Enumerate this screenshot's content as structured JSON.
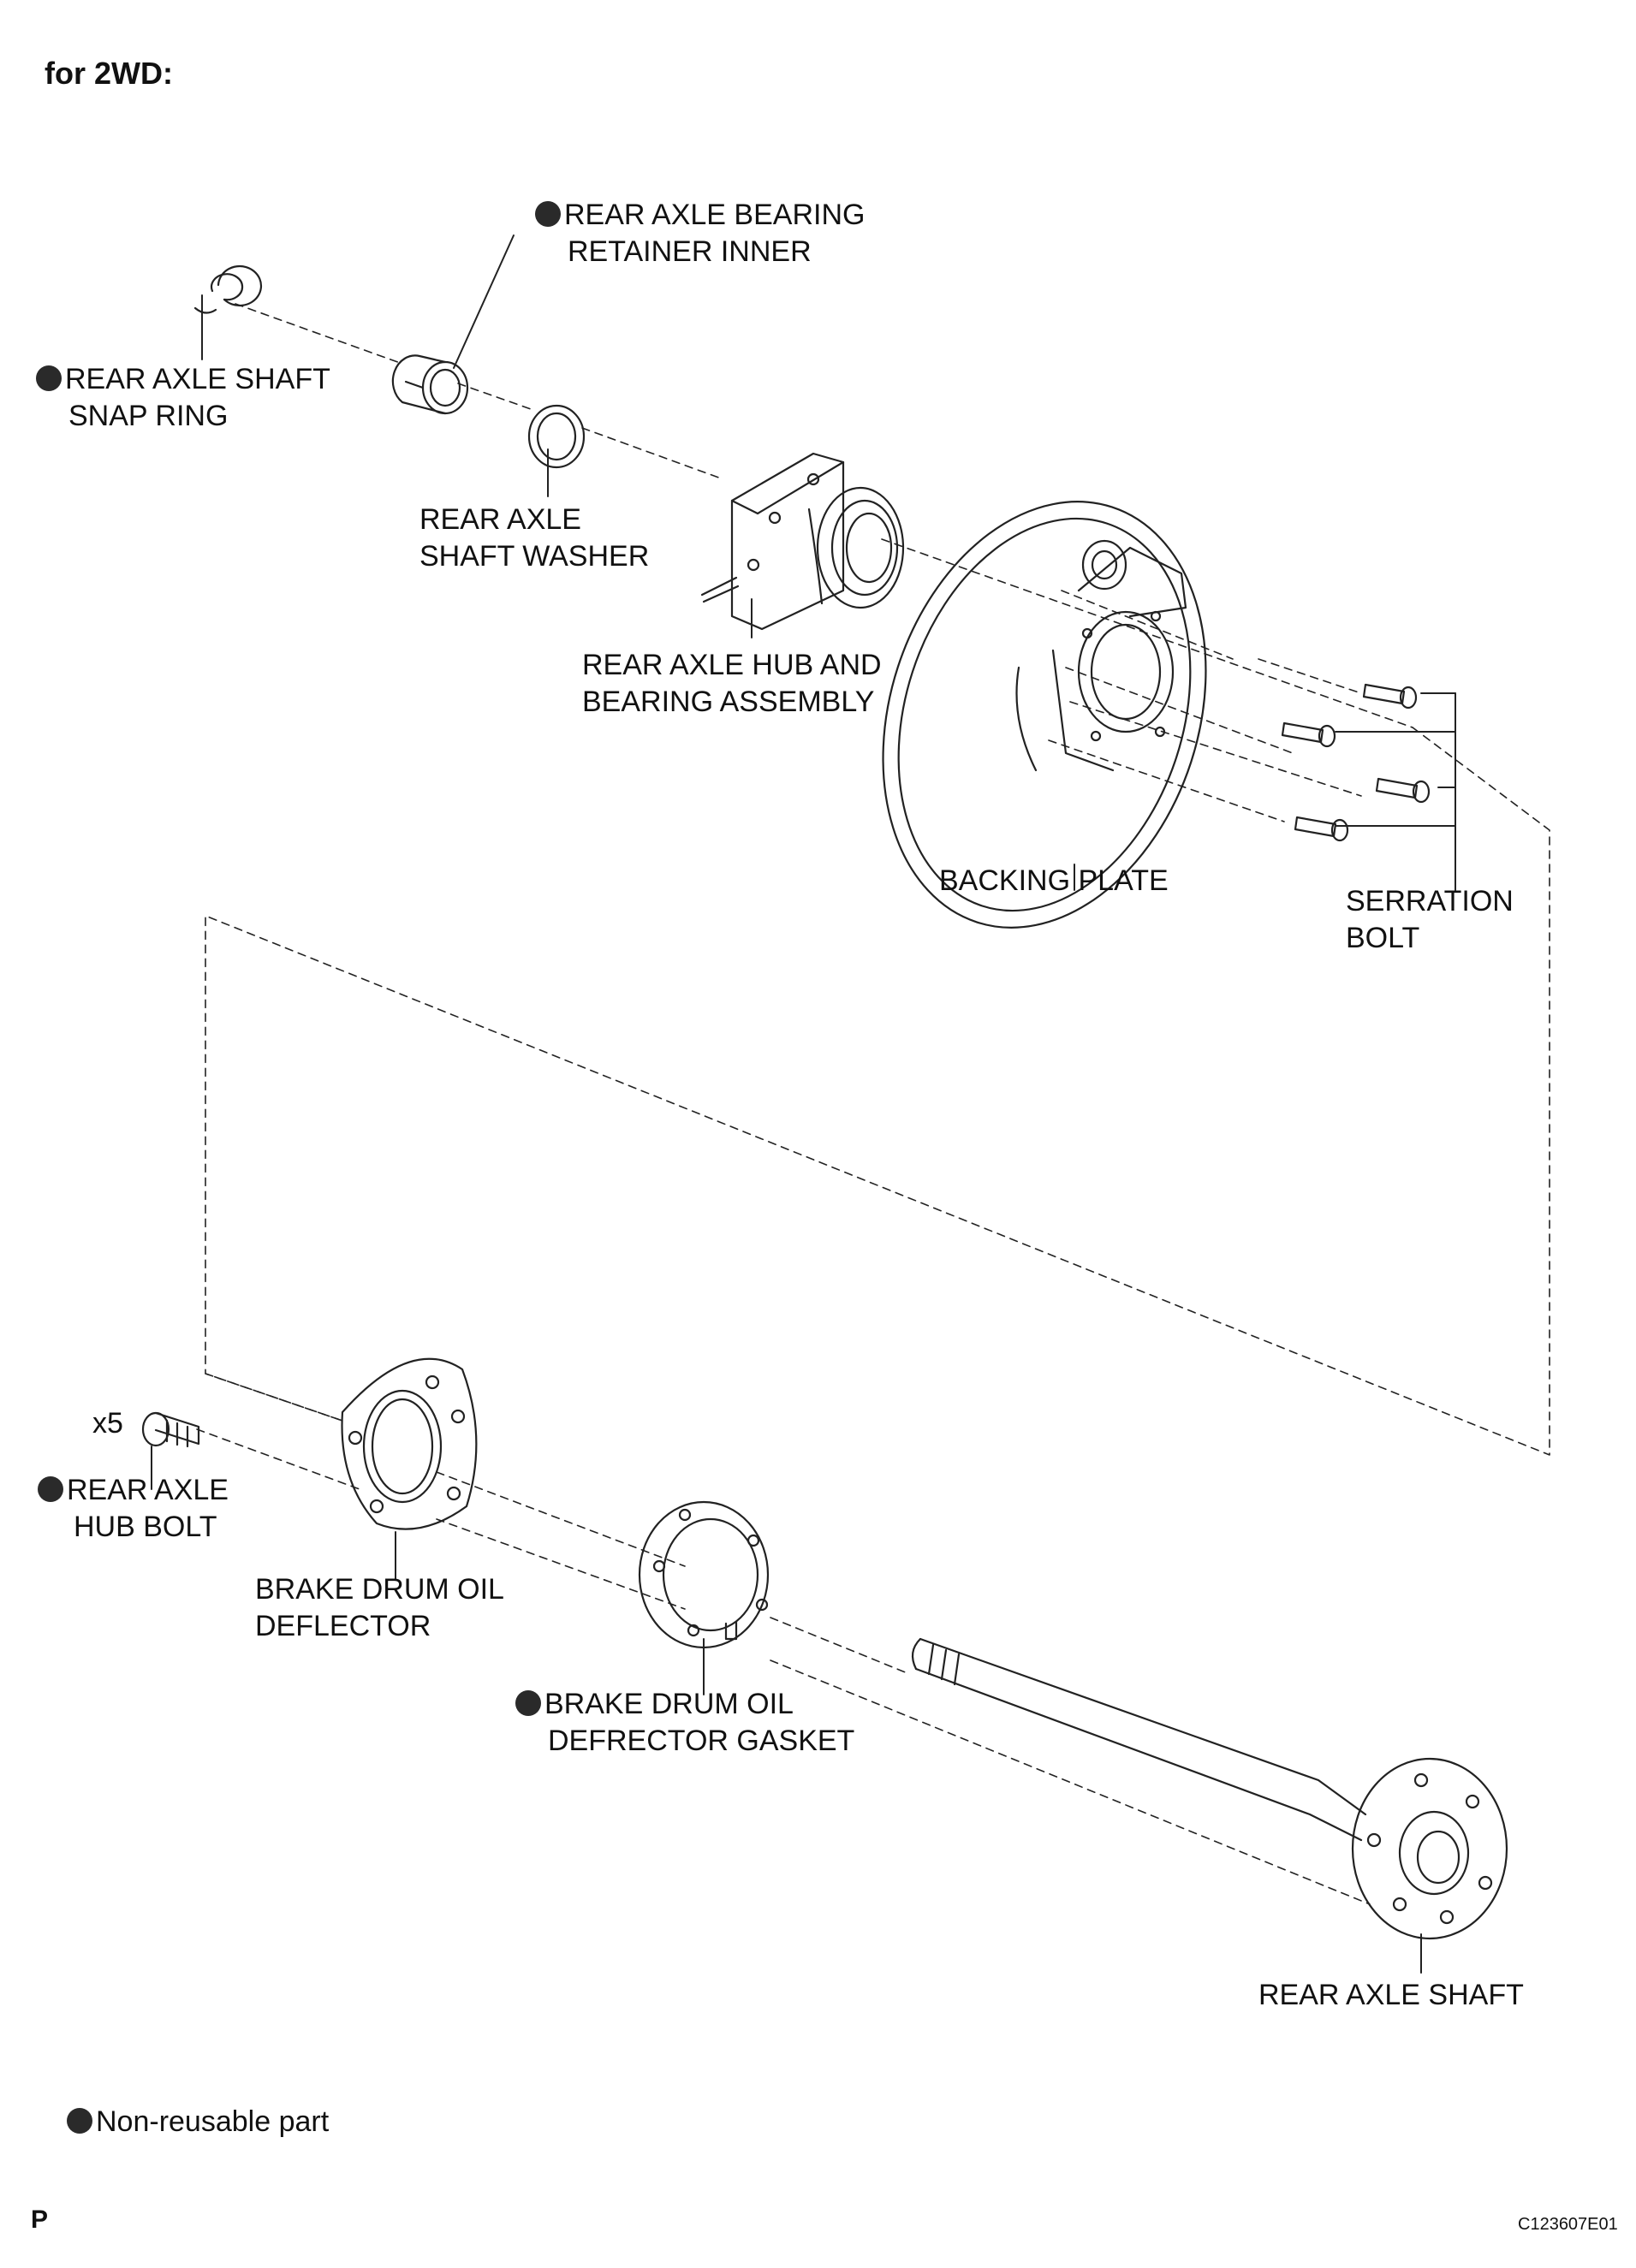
{
  "heading": "for 2WD:",
  "labels": {
    "bearing_retainer": [
      "REAR AXLE BEARING",
      "RETAINER INNER"
    ],
    "snap_ring": [
      "REAR AXLE SHAFT",
      "SNAP RING"
    ],
    "shaft_washer": [
      "REAR AXLE",
      "SHAFT WASHER"
    ],
    "hub_bearing": [
      "REAR AXLE HUB AND",
      "BEARING ASSEMBLY"
    ],
    "backing_plate": [
      "BACKING PLATE"
    ],
    "serration_bolt": [
      "SERRATION",
      "BOLT"
    ],
    "hub_bolt": [
      "REAR AXLE",
      "HUB BOLT"
    ],
    "oil_deflector": [
      "BRAKE DRUM OIL",
      "DEFLECTOR"
    ],
    "deflector_gasket": [
      "BRAKE DRUM OIL",
      "DEFRECTOR GASKET"
    ],
    "axle_shaft": [
      "REAR AXLE SHAFT"
    ]
  },
  "hub_bolt_qty": "x5",
  "legend": "Non-reusable part",
  "corner_mark": "P",
  "figure_code": "C123607E01",
  "icons": {
    "non_reusable": "filled-circle-icon"
  }
}
